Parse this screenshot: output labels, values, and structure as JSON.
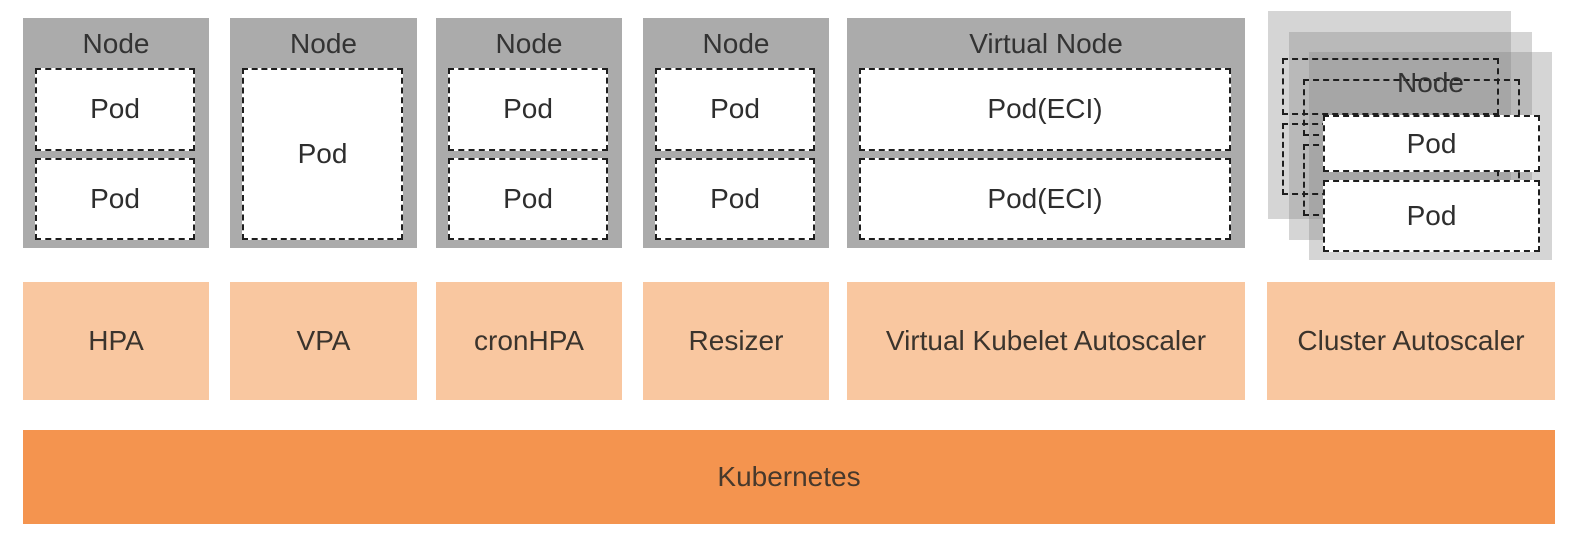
{
  "diagram": {
    "nodes": [
      {
        "title": "Node",
        "pods": [
          "Pod",
          "Pod"
        ]
      },
      {
        "title": "Node",
        "pods": [
          "Pod"
        ]
      },
      {
        "title": "Node",
        "pods": [
          "Pod",
          "Pod"
        ]
      },
      {
        "title": "Node",
        "pods": [
          "Pod",
          "Pod"
        ]
      },
      {
        "title": "Virtual Node",
        "pods": [
          "Pod(ECI)",
          "Pod(ECI)"
        ]
      }
    ],
    "node_stack": {
      "title": "Node",
      "pods": [
        "Pod",
        "Pod"
      ]
    },
    "autoscalers": [
      "HPA",
      "VPA",
      "cronHPA",
      "Resizer",
      "Virtual Kubelet Autoscaler",
      "Cluster Autoscaler"
    ],
    "platform": "Kubernetes",
    "colors": {
      "node_gray": "#ababab",
      "stack_layer_gray": "rgba(128,128,128,0.33)",
      "pod_border": "#1e1e1e",
      "autoscaler_fill": "#f9c7a0",
      "platform_fill": "#f4944f"
    }
  }
}
